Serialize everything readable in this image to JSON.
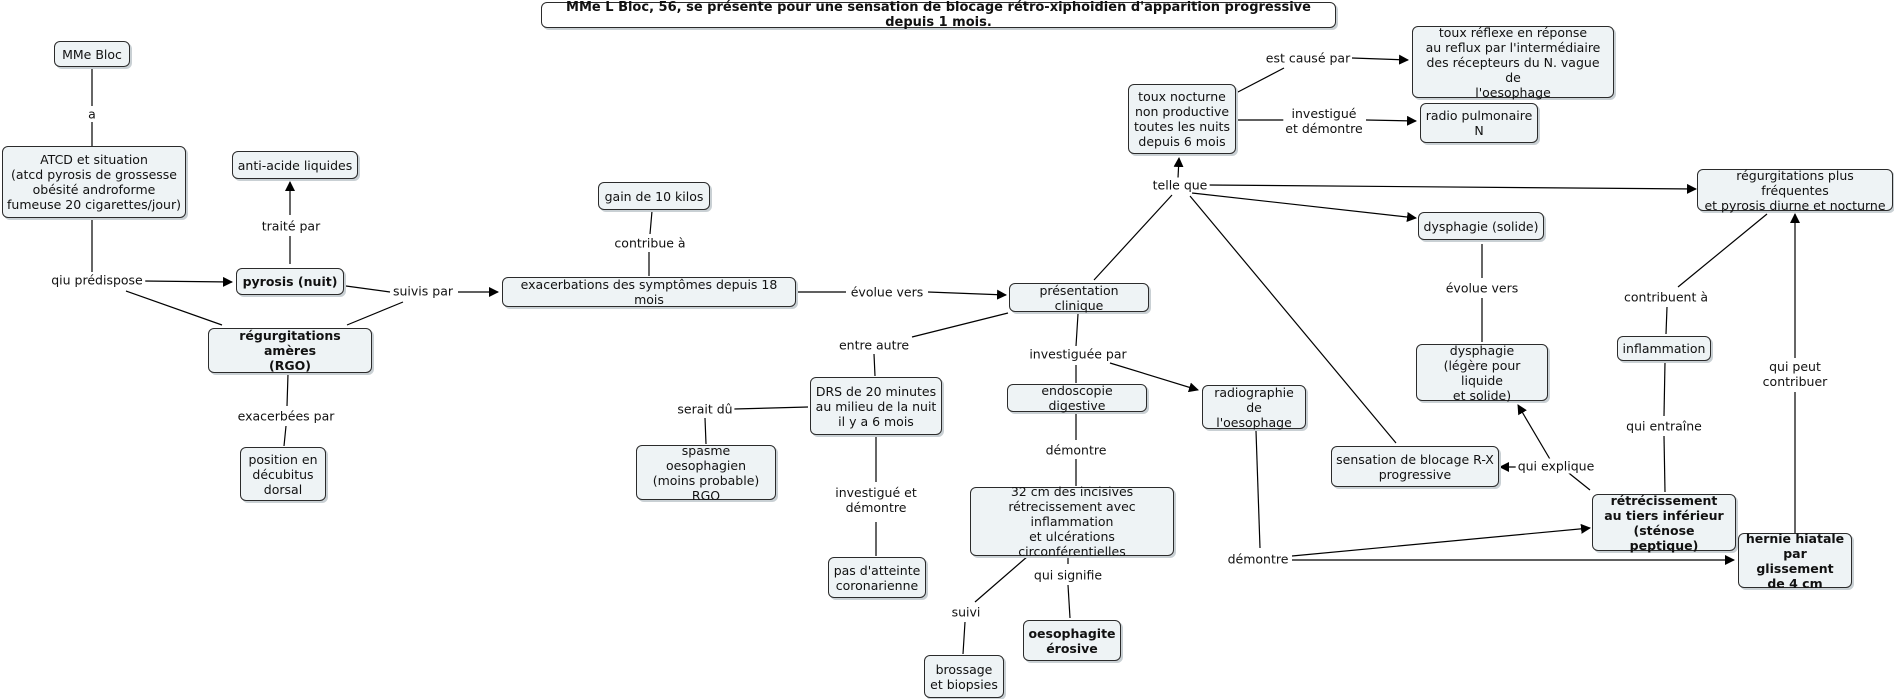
{
  "title": "MMe L Bloc, 56, se présente pour une sensation de blocage rétro-xiphoidien d'apparition progressive depuis 1 mois.",
  "nodes": {
    "mme_bloc": "MMe Bloc",
    "atcd": "ATCD et situation\n(atcd pyrosis de grossesse\nobésité androforme\nfumeuse 20 cigarettes/jour)",
    "anti_acide": "anti-acide liquides",
    "pyrosis": "pyrosis (nuit)",
    "regurg_ameres": "régurgitations amères\n(RGO)",
    "position": "position en\ndécubitus\ndorsal",
    "gain": "gain de 10 kilos",
    "exacerbations": "exacerbations des symptômes depuis 18 mois",
    "presentation": "présentation clinique",
    "drs": "DRS de 20 minutes\nau milieu de la nuit\nil y a 6 mois",
    "spasme": "spasme oesophagien\n(moins probable)\nRGO",
    "pas_atteinte": "pas d'atteinte\ncoronarienne",
    "endoscopie": "endoscopie digestive",
    "incisives": "32 cm des incisives\nrétrecissement avec\ninflammation\net ulcérations circonférentielles",
    "oesophagite": "oesophagite\nérosive",
    "brossage": "brossage\net biopsies",
    "radiographie": "radiographie\nde l'oesophage",
    "toux": "toux nocturne\nnon productive\ntoutes les nuits\ndepuis 6 mois",
    "toux_reflexe": "toux réflexe en réponse\nau reflux par l'intermédiaire\ndes récepteurs du N. vague de\nl'oesophage",
    "radio_pulm": "radio pulmonaire\nN",
    "dysphagie_solide": "dysphagie (solide)",
    "dysphagie_liq": "dysphagie\n(légère pour liquide\net solide)",
    "sensation": "sensation de blocage R-X\nprogressive",
    "retrecissement": "rétrécissement\nau tiers inférieur\n(sténose peptique)",
    "hernie": "hernie hiatale\npar glissement\nde 4 cm",
    "inflammation": "inflammation",
    "regurg_freq": "régurgitations plus fréquentes\net pyrosis diurne et nocturne"
  },
  "labels": {
    "a": "a",
    "qiu_predispose": "qiu prédispose",
    "traite_par": "traité par",
    "suivis_par": "suivis par",
    "exacerbees_par": "exacerbées par",
    "contribue_a": "contribue à",
    "evolue_vers_1": "évolue vers",
    "entre_autre": "entre autre",
    "serait_du": "serait dû",
    "investigue_demontre_1": "investigué et\ndémontre",
    "investiguee_par": "investiguée par",
    "demontre_1": "démontre",
    "qui_signifie": "qui signifie",
    "suivi": "suivi",
    "demontre_2": "démontre",
    "telle_que": "telle que",
    "est_cause_par": "est causé par",
    "investigue_demontre_2": "investigué\net démontre",
    "evolue_vers_2": "évolue vers",
    "qui_explique": "qui explique",
    "qui_entraine": "qui entraîne",
    "contribuent_a": "contribuent à",
    "qui_peut_contribuer": "qui peut\ncontribuer"
  }
}
